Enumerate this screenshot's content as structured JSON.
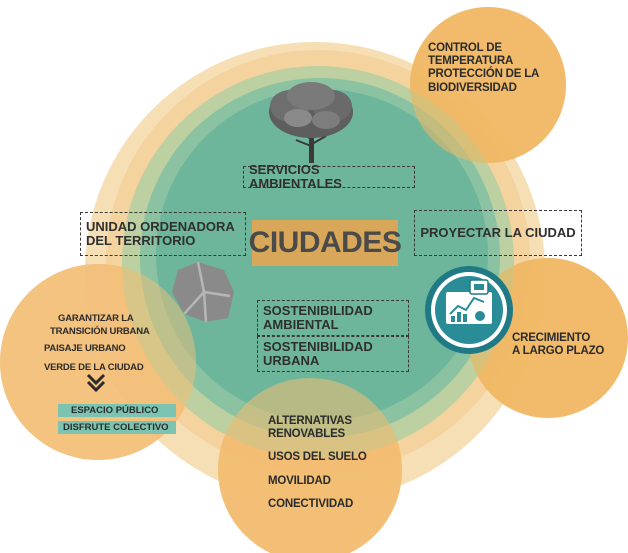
{
  "title": "CIUDADES",
  "center_boxes": {
    "servicios": "SERVICIOS AMBIENTALES",
    "unidad": [
      "UNIDAD ORDENADORA",
      "DEL TERRITORIO"
    ],
    "proyectar": "PROYECTAR LA CIUDAD",
    "sost_ambiental": [
      "SOSTENIBILIDAD",
      "AMBIENTAL"
    ],
    "sost_urbana": [
      "SOSTENIBILIDAD",
      "URBANA"
    ]
  },
  "top_right_circle": [
    "CONTROL DE",
    "TEMPERATURA",
    "PROTECCIÓN DE LA",
    "BIODIVERSIDAD"
  ],
  "right_circle": [
    "CRECIMIENTO",
    "A LARGO PLAZO"
  ],
  "left_circle": {
    "lines": [
      "GARANTIZAR LA",
      "TRANSICIÓN URBANA",
      "PAISAJE URBANO",
      "VERDE DE LA CIUDAD"
    ],
    "arrow_glyph": "❯❯",
    "highlight": [
      "ESPACIO PÚBLICO",
      "DISFRUTE COLECTIVO"
    ]
  },
  "bottom_circle": [
    "ALTERNATIVAS",
    "RENOVABLES",
    "USOS DEL SUELO",
    "MOVILIDAD",
    "CONECTIVIDAD"
  ],
  "icons": [
    "tree-icon",
    "map-icon",
    "dashboard-icon"
  ],
  "colors": {
    "orange_light": "#f5d7a2",
    "orange": "#f0b864",
    "teal": "#6db69c",
    "teal_light": "#8cc6ad",
    "title_bg": "#d9a75a",
    "dark_teal": "#1f7a86"
  }
}
